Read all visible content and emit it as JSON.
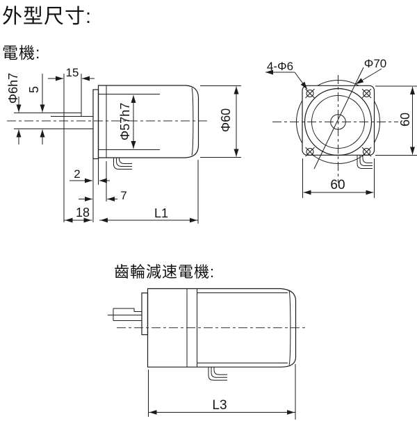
{
  "page": {
    "title": "外型尺寸:"
  },
  "motor": {
    "label": "電機:",
    "side_view": {
      "shaft_diameter": "Φ6h7",
      "shaft_flat_height": "5",
      "shaft_flat_length": "15",
      "pilot_diameter": "Φ57h7",
      "body_diameter": "Φ60",
      "flange_thickness": "2",
      "pilot_length": "7",
      "shaft_length": "18",
      "body_length": "L1"
    },
    "front_view": {
      "mounting_holes": "4-Φ6",
      "pilot_circle_diameter": "Φ70",
      "flange_height": "60",
      "flange_width": "60"
    }
  },
  "gear_motor": {
    "label": "齒輪減速電機:",
    "side_view": {
      "total_length": "L3"
    }
  }
}
